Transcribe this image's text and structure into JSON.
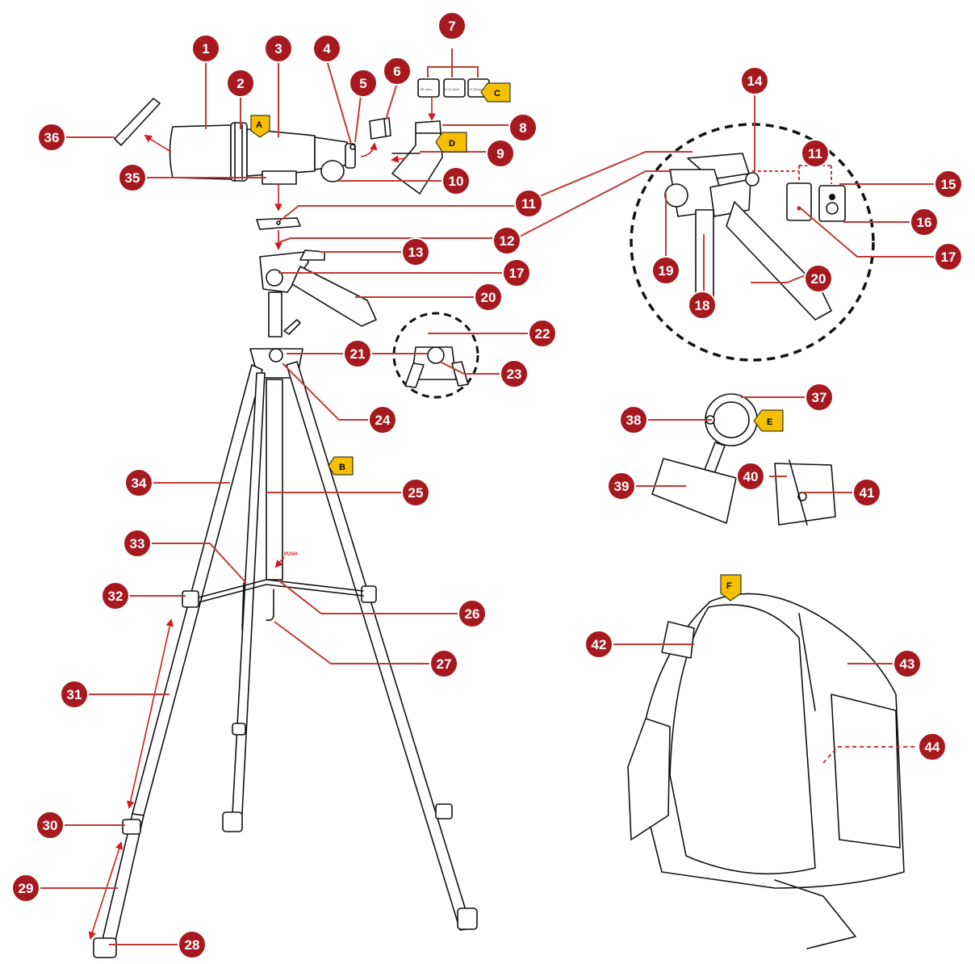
{
  "colors": {
    "badge": "#a6191e",
    "badge_ring": "#ffffff",
    "tag": "#f5c000",
    "leader": "#c23a36",
    "ink": "#111111"
  },
  "callouts": [
    "1",
    "2",
    "3",
    "4",
    "5",
    "6",
    "7",
    "8",
    "9",
    "10",
    "11",
    "12",
    "13",
    "14",
    "15",
    "16",
    "17",
    "18",
    "19",
    "20",
    "21",
    "22",
    "23",
    "24",
    "25",
    "26",
    "27",
    "28",
    "29",
    "30",
    "31",
    "32",
    "33",
    "34",
    "35",
    "36",
    "37",
    "38",
    "39",
    "40",
    "41",
    "42",
    "43",
    "44"
  ],
  "tags": {
    "A": "A",
    "B": "B",
    "C": "C",
    "D": "D",
    "E": "E",
    "F": "F"
  },
  "eyepiece_labels": [
    "SR 4mm",
    "H 12.5mm",
    "H 20mm"
  ],
  "push_label": "PUSH"
}
